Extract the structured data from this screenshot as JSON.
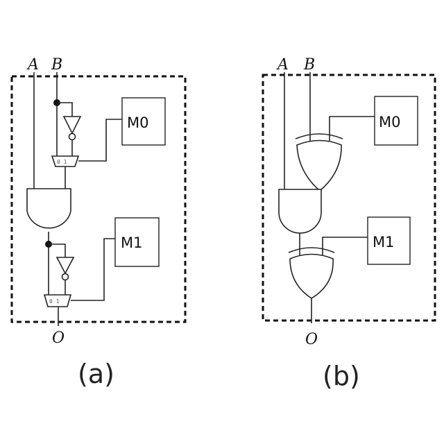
{
  "panel_a": {
    "input_a": "A",
    "input_b": "B",
    "output": "O",
    "mem0": "M0",
    "mem1": "M1",
    "mux_top_label": "0 1",
    "mux_bottom_label": "0 1",
    "caption": "(a)"
  },
  "panel_b": {
    "input_a": "A",
    "input_b": "B",
    "output": "O",
    "mem0": "M0",
    "mem1": "M1",
    "caption": "(b)"
  }
}
